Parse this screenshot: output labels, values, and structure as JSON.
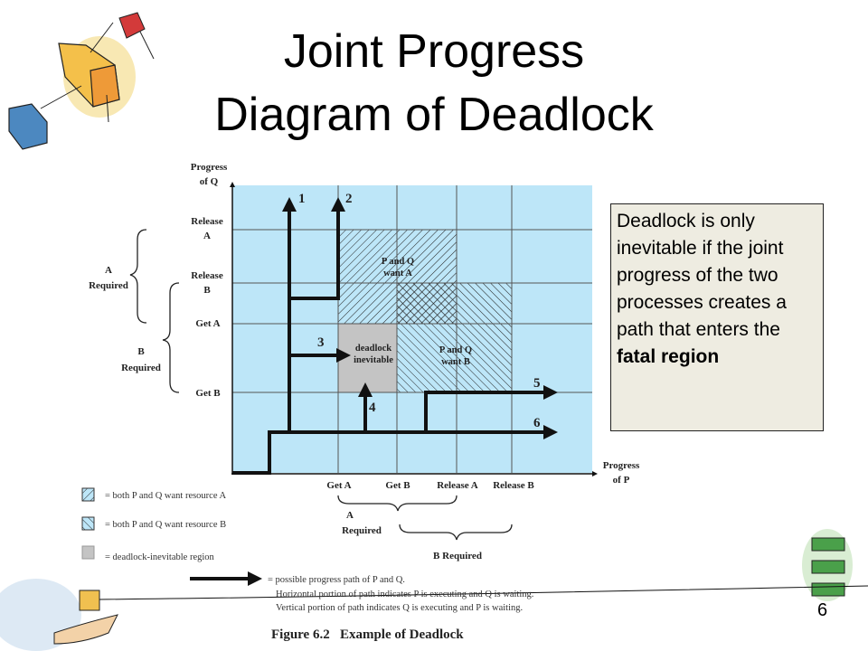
{
  "title": {
    "line1": "Joint Progress",
    "line2": "Diagram of Deadlock"
  },
  "diagram": {
    "y_axis_label": [
      "Progress",
      "of Q"
    ],
    "x_axis_label": [
      "Progress",
      "of P"
    ],
    "y_ticks": [
      [
        "Release",
        "A"
      ],
      [
        "Release",
        "B"
      ],
      [
        "Get A"
      ],
      [
        "Get B"
      ]
    ],
    "x_ticks": [
      "Get A",
      "Get B",
      "Release A",
      "Release B"
    ],
    "left_braces": {
      "a_required": [
        "A",
        "Required"
      ],
      "b_required": [
        "B",
        "Required"
      ]
    },
    "bottom_braces": {
      "a_required": [
        "A",
        "Required"
      ],
      "b_required": "B Required"
    },
    "regions": {
      "want_a": [
        "P and Q",
        "want A"
      ],
      "want_b": [
        "P and Q",
        "want B"
      ],
      "deadlock": [
        "deadlock",
        "inevitable"
      ]
    },
    "path_labels": [
      "1",
      "2",
      "3",
      "4",
      "5",
      "6"
    ],
    "legend": {
      "want_a": "= both P and Q want resource A",
      "want_b": "= both P and Q want resource B",
      "deadlock": "= deadlock-inevitable region",
      "path": [
        "= possible progress path of P and Q.",
        "Horizontal portion of path indicates P is executing and Q is waiting.",
        "Vertical portion of path indicates Q is executing and P is waiting."
      ]
    },
    "caption": "Figure 6.2   Example of Deadlock",
    "colors": {
      "background": "#bde6f8",
      "deadlock": "#c4c4c4"
    }
  },
  "note": {
    "text": "Deadlock is only inevitable if the joint progress of the two processes creates a path that enters the ",
    "bold": "fatal region"
  },
  "page_number": "6"
}
